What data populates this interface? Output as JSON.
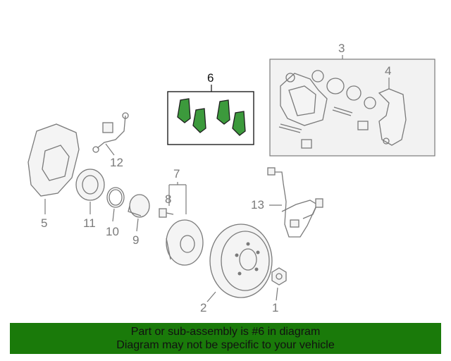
{
  "diagram": {
    "callouts": [
      "1",
      "2",
      "3",
      "4",
      "5",
      "6",
      "7",
      "8",
      "9",
      "10",
      "11",
      "12",
      "13"
    ],
    "highlight_part": "6",
    "colors": {
      "highlight_pad": "#3c9a3c",
      "line": "#7a7a7a",
      "banner": "#1a7a0a"
    }
  },
  "banner": {
    "line1": "Part or sub-assembly is #6 in diagram",
    "line2": "Diagram may not be specific to your vehicle"
  }
}
